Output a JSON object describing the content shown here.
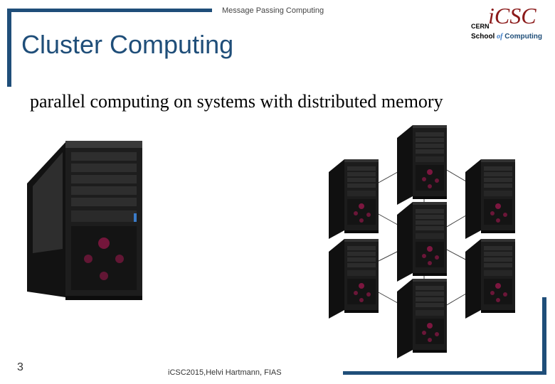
{
  "header": {
    "topic": "Message Passing Computing"
  },
  "logo": {
    "brand": "iCSC",
    "line1": "CERN",
    "line2_a": "School",
    "line2_b": "of",
    "line2_c": "Computing"
  },
  "slide": {
    "title": "Cluster Computing",
    "subtitle": "parallel computing on systems with distributed memory"
  },
  "footer": {
    "page_number": "3",
    "credit": "iCSC2015,Helvi Hartmann, FIAS"
  },
  "colors": {
    "accent": "#1f4e79",
    "case_body": "#1b1b1b",
    "case_led": "#c2185b"
  }
}
